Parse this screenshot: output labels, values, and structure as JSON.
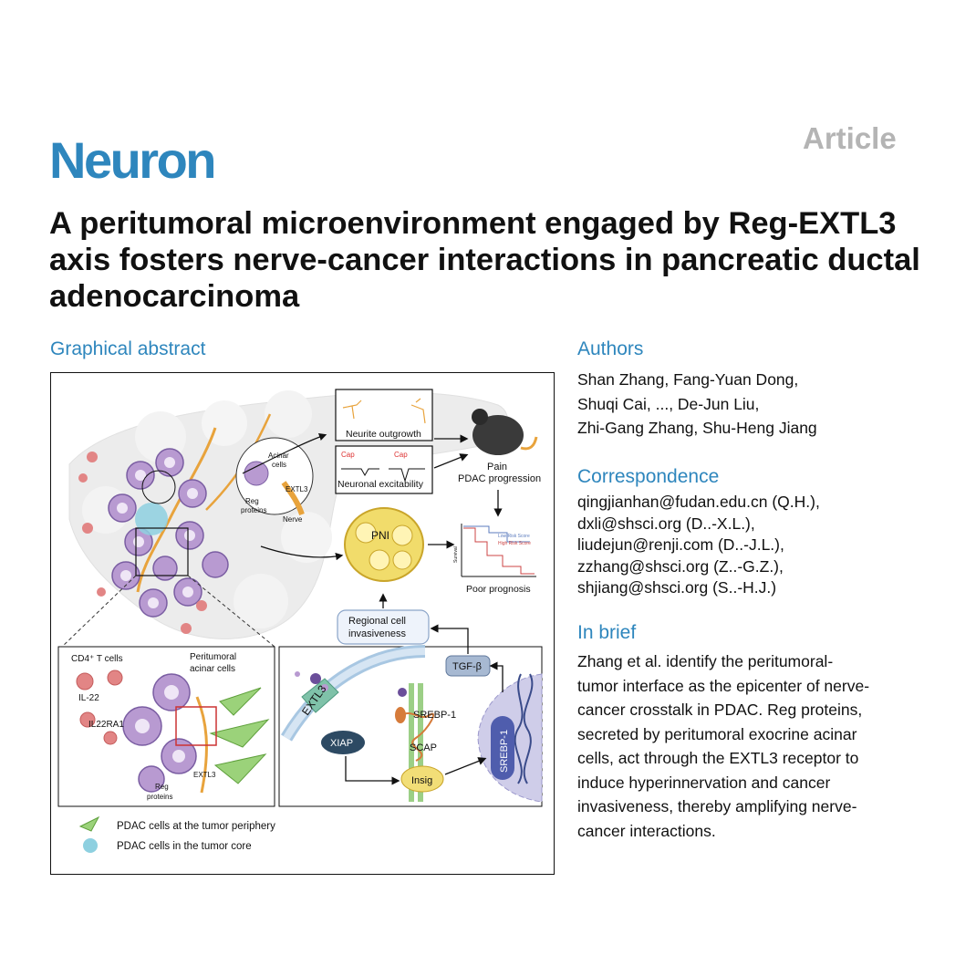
{
  "journal": "Neuron",
  "article_type": "Article",
  "title": "A peritumoral microenvironment engaged by Reg-EXTL3 axis fosters nerve-cancer interactions in pancreatic ductal adenocarcinoma",
  "graphical_abstract": {
    "heading": "Graphical abstract",
    "labels": {
      "neurite": "Neurite outgrowth",
      "cap1": "Cap",
      "cap2": "Cap",
      "excit": "Neuronal excitability",
      "pain": "Pain",
      "pdac_prog": "PDAC progression",
      "acinar": "Acinar",
      "acinar2": "cells",
      "extl3_small": "EXTL3",
      "reg": "Reg",
      "reg2": "proteins",
      "nerve": "Nerve",
      "pni": "PNI",
      "low_risk": "Low Risk Score",
      "high_risk": "High Risk Score",
      "survival": "Survival",
      "poor": "Poor prognosis",
      "regional1": "Regional cell",
      "regional2": "invasiveness",
      "cd4": "CD4⁺ T cells",
      "peri1": "Peritumoral",
      "peri2": "acinar cells",
      "il22": "IL-22",
      "il22ra1": "IL22RA1",
      "extl3_b": "EXTL3",
      "reg_b1": "Reg",
      "reg_b2": "proteins",
      "extl3_big": "EXTL3",
      "xiap": "XIAP",
      "tgfb": "TGF-β",
      "srebp1": "SREBP-1",
      "scap": "SCAP",
      "insig": "Insig",
      "srebp1_nuc": "SREBP-1"
    },
    "legend": [
      {
        "label": "PDAC cells at the tumor periphery"
      },
      {
        "label": "PDAC cells in the tumor core"
      }
    ]
  },
  "authors": {
    "heading": "Authors",
    "lines": [
      "Shan Zhang, Fang-Yuan Dong,",
      "Shuqi Cai, ..., De-Jun Liu,",
      "Zhi-Gang Zhang, Shu-Heng Jiang"
    ]
  },
  "correspondence": {
    "heading": "Correspondence",
    "lines": [
      "qingjianhan@fudan.edu.cn (Q.H.),",
      "dxli@shsci.org (D..-X.L.),",
      "liudejun@renji.com (D..-J.L.),",
      "zzhang@shsci.org (Z..-G.Z.),",
      "shjiang@shsci.org (S..-H.J.)"
    ]
  },
  "in_brief": {
    "heading": "In brief",
    "lines": [
      "Zhang et al. identify the peritumoral-",
      "tumor interface as the epicenter of nerve-",
      "cancer crosstalk in PDAC. Reg proteins,",
      "secreted by peritumoral exocrine acinar",
      "cells, act through the EXTL3 receptor to",
      "induce hyperinnervation and cancer",
      "invasiveness, thereby amplifying nerve-",
      "cancer interactions."
    ]
  }
}
